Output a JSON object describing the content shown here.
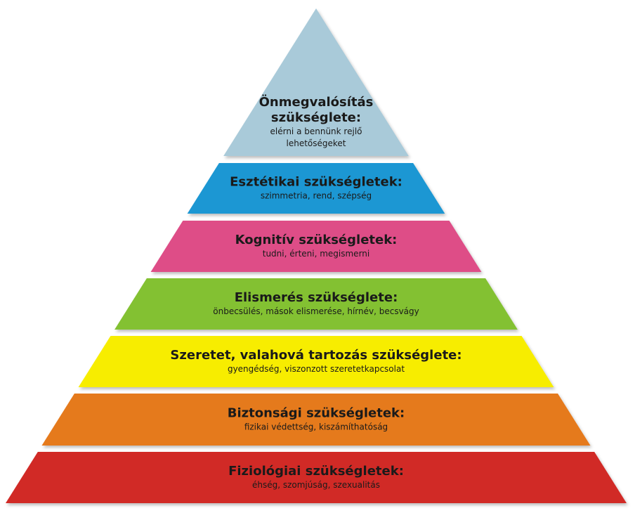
{
  "levels": [
    {
      "title_lines": [
        "Önmegvalósítás",
        "szükséglete:"
      ],
      "sub_lines": [
        "elérni a bennünk rejlő",
        "lehetőségeket"
      ],
      "color": "#a9cad9"
    },
    {
      "title_lines": [
        "Esztétikai szükségletek:"
      ],
      "sub_lines": [
        "szimmetria, rend, szépség"
      ],
      "color": "#1b97d3"
    },
    {
      "title_lines": [
        "Kognitív szükségletek:"
      ],
      "sub_lines": [
        "tudni, érteni, megismerni"
      ],
      "color": "#de4d87"
    },
    {
      "title_lines": [
        "Elismerés szükséglete:"
      ],
      "sub_lines": [
        "önbecsülés, mások elismerése, hírnév, becsvágy"
      ],
      "color": "#83c132"
    },
    {
      "title_lines": [
        "Szeretet, valahová tartozás szükséglete:"
      ],
      "sub_lines": [
        "gyengédség, viszonzott szeretetkapcsolat"
      ],
      "color": "#f7ed00"
    },
    {
      "title_lines": [
        "Biztonsági szükségletek:"
      ],
      "sub_lines": [
        "fizikai védettség, kiszámíthatóság"
      ],
      "color": "#e57a1b"
    },
    {
      "title_lines": [
        "Fiziológiai szükségletek:"
      ],
      "sub_lines": [
        "éhség, szomjúság, szexualitás"
      ],
      "color": "#d12a26"
    }
  ]
}
